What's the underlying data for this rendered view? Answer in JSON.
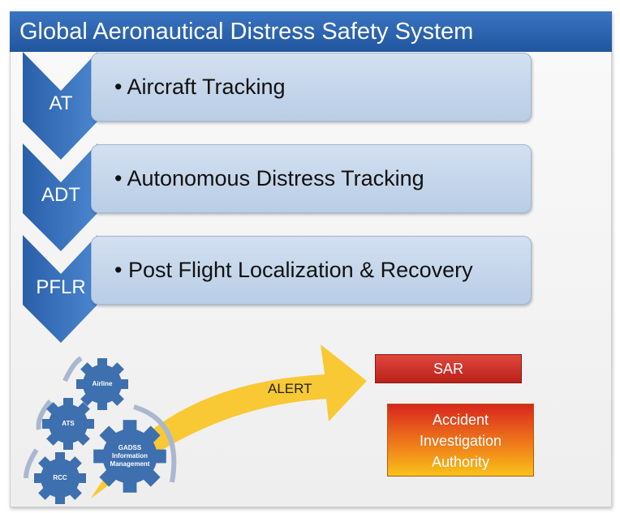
{
  "title": "Global Aeronautical Distress Safety System",
  "rows": [
    {
      "abbr": "AT",
      "text": "• Aircraft Tracking"
    },
    {
      "abbr": "ADT",
      "text": "• Autonomous Distress Tracking"
    },
    {
      "abbr": "PFLR",
      "text": "• Post Flight Localization & Recovery"
    }
  ],
  "gears": {
    "airline": "Airline",
    "ats": "ATS",
    "rcc": "RCC",
    "gadss": [
      "GADSS",
      "Information",
      "Management"
    ]
  },
  "alert": "ALERT",
  "sar": "SAR",
  "authority": [
    "Accident",
    "Investigation",
    "Authority"
  ],
  "colors": {
    "header": "#2c68b8",
    "gear": "#3e6fae",
    "arrow": "#f8c62a",
    "sar": "#d0342a"
  }
}
